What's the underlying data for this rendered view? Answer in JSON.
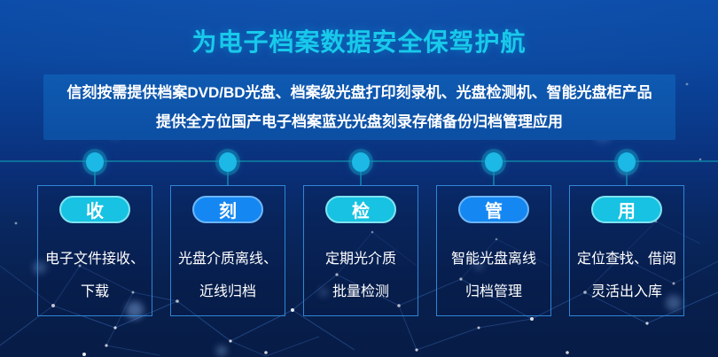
{
  "title": "为电子档案数据安全保驾护航",
  "description": {
    "line1": "信刻按需提供档案DVD/BD光盘、档案级光盘打印刻录机、光盘检测机、智能光盘柜产品",
    "line2": "提供全方位国产电子档案蓝光光盘刻录存储备份归档管理应用"
  },
  "cards": [
    {
      "label": "收",
      "line1": "电子文件接收、",
      "line2": "下载",
      "pill_color": "#17c2e2"
    },
    {
      "label": "刻",
      "line1": "光盘介质离线、",
      "line2": "近线归档",
      "pill_color": "#1487f2"
    },
    {
      "label": "检",
      "line1": "定期光介质",
      "line2": "批量检测",
      "pill_color": "#17c2e2"
    },
    {
      "label": "管",
      "line1": "智能光盘离线",
      "line2": "归档管理",
      "pill_color": "#1487f2"
    },
    {
      "label": "用",
      "line1": "定位查找、借阅",
      "line2": "灵活出入库",
      "pill_color": "#17c2e2"
    }
  ],
  "colors": {
    "background_top": "#0b4ba7",
    "background_bottom": "#071c46",
    "title_text": "#18c9ea",
    "description_box_fill": "#0d55ad",
    "description_text": "#ffffff",
    "timeline_line": "#0e6f9a",
    "timeline_node": "#1cb8e6",
    "card_border": "#2f86d6",
    "card_text": "#ffffff",
    "pill_cyan": "#17c2e2",
    "pill_blue": "#1487f2"
  }
}
